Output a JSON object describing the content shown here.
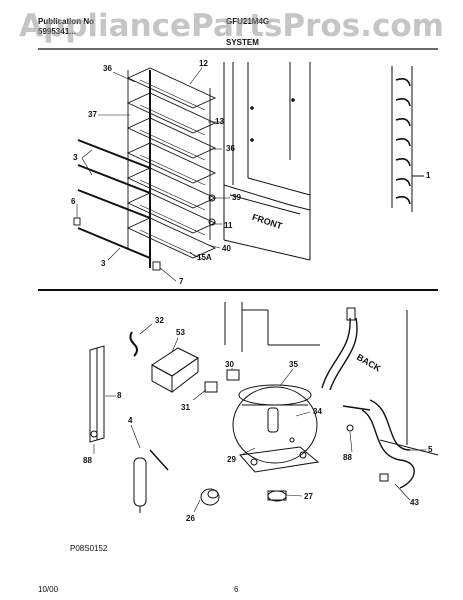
{
  "header": {
    "publication_label": "Publication No",
    "publication_number": "5995341...",
    "model": "GFU21M4G",
    "section_title": "SYSTEM"
  },
  "watermark": "AppliancePartsPros.com",
  "callouts": {
    "c36a": "36",
    "c12": "12",
    "c37": "37",
    "c13": "13",
    "c3a": "3",
    "c36b": "36",
    "c39": "39",
    "c6": "6",
    "c11": "11",
    "c40": "40",
    "c15a": "15A",
    "c3b": "3",
    "c7": "7",
    "c1": "1",
    "c32": "32",
    "c53": "53",
    "c30": "30",
    "c35": "35",
    "c8": "8",
    "c31": "31",
    "c34": "34",
    "c4": "4",
    "c29": "29",
    "c88a": "88",
    "c88b": "88",
    "c5": "5",
    "c43": "43",
    "c27": "27",
    "c26": "26"
  },
  "labels": {
    "front": "FRONT",
    "back": "BACK"
  },
  "footer": {
    "diagram_code": "P08S0152",
    "date": "10/00",
    "page": "6"
  }
}
